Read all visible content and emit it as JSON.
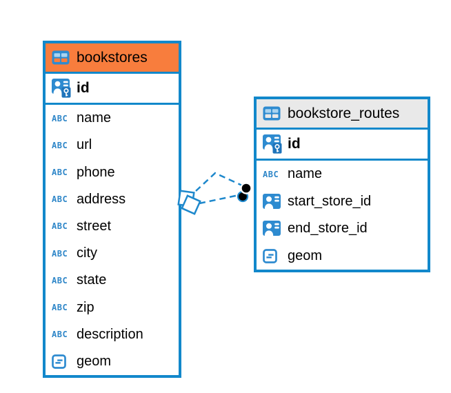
{
  "diagram": {
    "tables": [
      {
        "name": "bookstores",
        "header_style": "orange",
        "primary_key": {
          "name": "id"
        },
        "columns": [
          {
            "name": "name",
            "type": "text"
          },
          {
            "name": "url",
            "type": "text"
          },
          {
            "name": "phone",
            "type": "text"
          },
          {
            "name": "address",
            "type": "text"
          },
          {
            "name": "street",
            "type": "text"
          },
          {
            "name": "city",
            "type": "text"
          },
          {
            "name": "state",
            "type": "text"
          },
          {
            "name": "zip",
            "type": "text"
          },
          {
            "name": "description",
            "type": "text"
          },
          {
            "name": "geom",
            "type": "geometry"
          }
        ]
      },
      {
        "name": "bookstore_routes",
        "header_style": "gray",
        "primary_key": {
          "name": "id"
        },
        "columns": [
          {
            "name": "name",
            "type": "text"
          },
          {
            "name": "start_store_id",
            "type": "reference"
          },
          {
            "name": "end_store_id",
            "type": "reference"
          },
          {
            "name": "geom",
            "type": "geometry"
          }
        ]
      }
    ],
    "relationships": {
      "style": "dashed",
      "connector_count": 2,
      "from_table": "bookstores",
      "to_table": "bookstore_routes"
    }
  },
  "icons": {
    "text_type_label": "ABC"
  },
  "colors": {
    "accent_blue": "#1288cb",
    "icon_blue": "#2e8bd0",
    "icon_light_blue": "#aad4f0",
    "header_orange": "#f87d3d",
    "header_gray": "#e9e9e9",
    "connector_blue": "#1e88cc",
    "endpoint_black": "#000000"
  }
}
